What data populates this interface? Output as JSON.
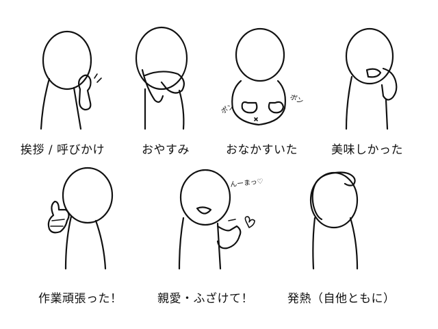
{
  "row1": [
    {
      "label": "挨拶 / 呼びかけ"
    },
    {
      "label": "おやすみ"
    },
    {
      "label": "おなかすいた"
    },
    {
      "label": "美味しかった"
    }
  ],
  "row2": [
    {
      "label": "作業頑張った！"
    },
    {
      "label": "親愛・ふざけて！"
    },
    {
      "label": "発熱（自他ともに）"
    }
  ],
  "doodles": {
    "pon_left": "ポン",
    "pon_right": "ポン",
    "nnma": "んーまっ♡"
  }
}
